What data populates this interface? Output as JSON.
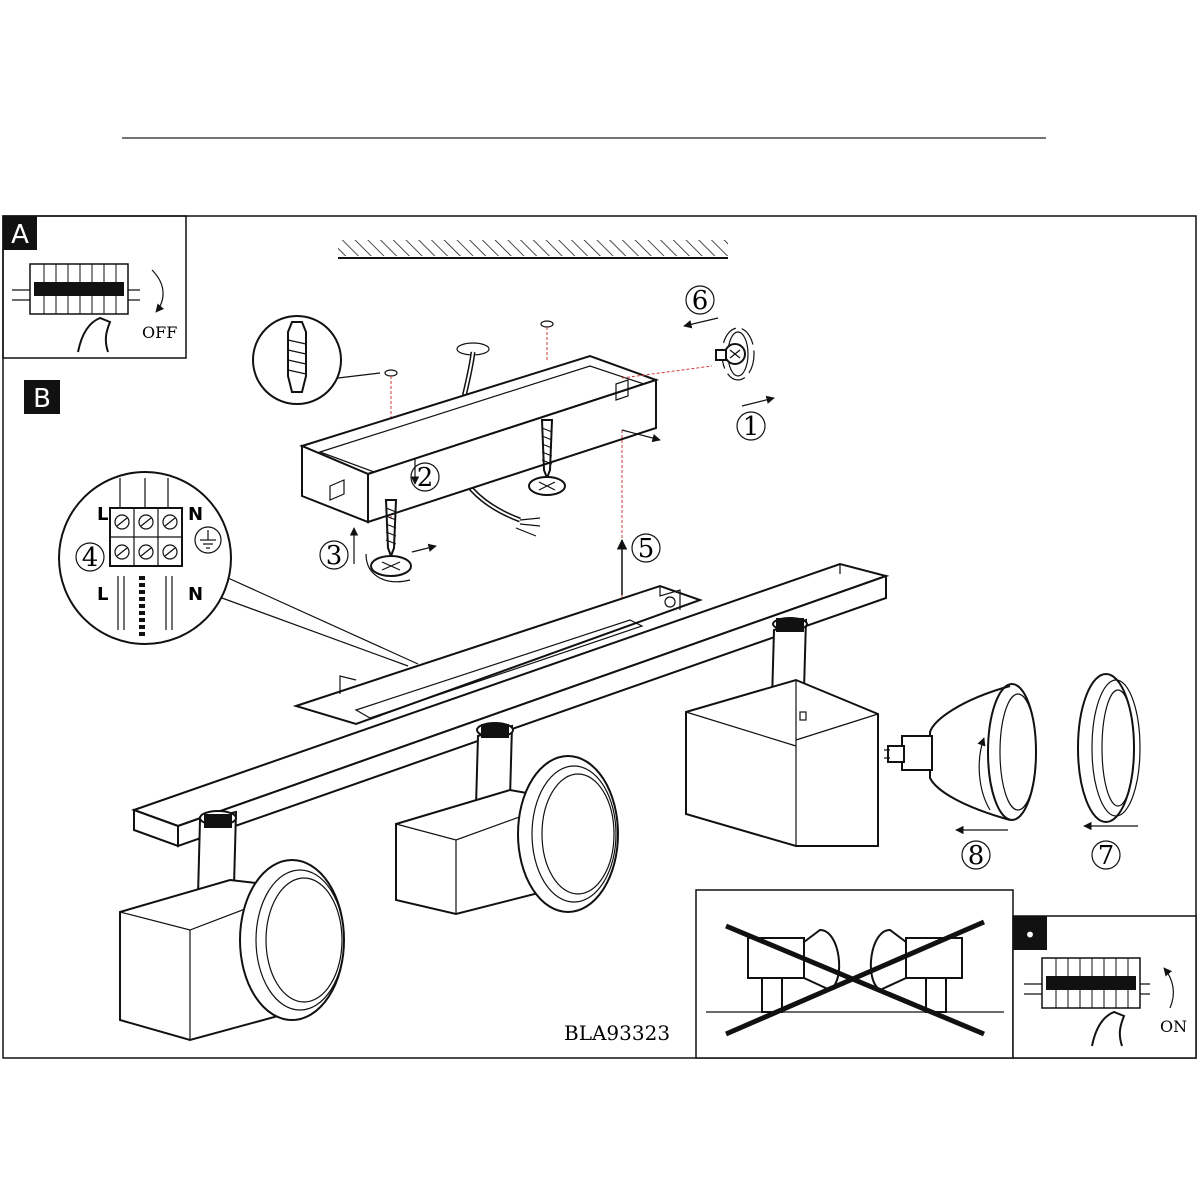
{
  "panels": {
    "a": {
      "label": "A",
      "switch_text": "OFF"
    },
    "b": {
      "label": "B"
    },
    "end": {
      "label": "•",
      "switch_text": "ON"
    }
  },
  "steps": [
    "1",
    "2",
    "3",
    "4",
    "5",
    "6",
    "7",
    "8"
  ],
  "wiring": {
    "top_left": "L",
    "top_right": "N",
    "bottom_left": "L",
    "bottom_right": "N"
  },
  "model_code": "BLA93323"
}
